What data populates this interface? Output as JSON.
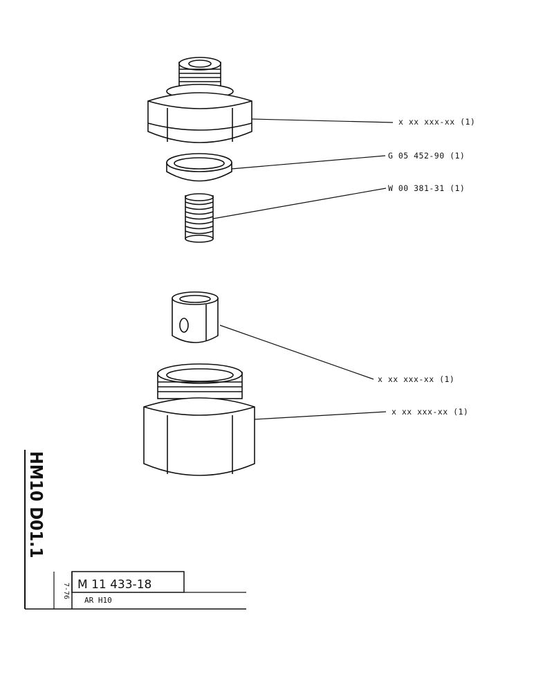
{
  "callouts": [
    {
      "text": "x xx xxx-xx (1)"
    },
    {
      "text": "G 05 452-90 (1)"
    },
    {
      "text": "W 00 381-31 (1)"
    },
    {
      "text": "x xx xxx-xx (1)"
    },
    {
      "text": "x xx xxx-xx (1)"
    }
  ],
  "title_block": {
    "drawing_number": "M 11 433-18",
    "description": "AR H10",
    "date": "7-76",
    "sheet_code": "HM10 D01.1"
  }
}
